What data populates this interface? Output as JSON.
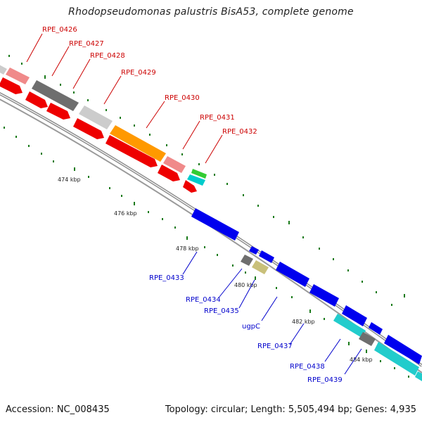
{
  "title": "Rhodopseudomonas palustris BisA53, complete genome",
  "footer": {
    "accession": "Accession: NC_008435",
    "summary": "Topology: circular; Length: 5,505,494 bp; Genes: 4,935"
  },
  "colors": {
    "forward_label": "#cc0000",
    "reverse_label": "#0000cc",
    "backbone": "#8a8a8a",
    "tick": "#1a7a1a"
  },
  "scale_labels": [
    "474 kbp",
    "476 kbp",
    "478 kbp",
    "480 kbp",
    "482 kbp",
    "484 kbp"
  ],
  "forward_gene_labels": [
    "RPE_0426",
    "RPE_0427",
    "RPE_0428",
    "RPE_0429",
    "RPE_0430",
    "RPE_0431",
    "RPE_0432"
  ],
  "reverse_gene_labels": [
    "RPE_0433",
    "RPE_0434",
    "RPE_0435",
    "ugpC",
    "RPE_0437",
    "RPE_0438",
    "RPE_0439"
  ]
}
